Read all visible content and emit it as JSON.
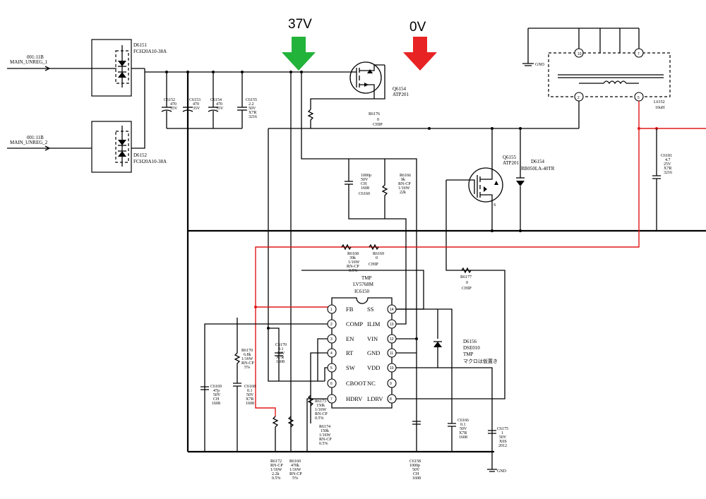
{
  "markers": {
    "v37": {
      "label": "37V",
      "color": "#22b33a"
    },
    "v0": {
      "label": "0V",
      "color": "#e82323"
    }
  },
  "inputs": {
    "in1": {
      "net": "001:11B",
      "name": "MAIN_UNREG_1"
    },
    "in2": {
      "net": "001:11B",
      "name": "MAIN_UNREG_2"
    }
  },
  "diodes": {
    "d6151": {
      "ref": "D6151",
      "part": "FCH20A10-38A"
    },
    "d6152": {
      "ref": "D6152",
      "part": "FCH20A10-38A"
    },
    "d6154": {
      "ref": "D6154",
      "part": "RB050LA-40TR"
    },
    "d6156": {
      "ref": "D6156",
      "part": "DSE010",
      "note1": "TMP",
      "note2": "マクロは仮置き"
    }
  },
  "caps": {
    "c6152": [
      "C6152",
      "470",
      "35V"
    ],
    "c6153": [
      "C6153",
      "470",
      "35V"
    ],
    "c6154": [
      "C6154",
      "470",
      "35V"
    ],
    "c6155": [
      "C6155",
      "2.2",
      "50V",
      "X7R",
      "3216"
    ],
    "c6160": [
      "1000p",
      "50V",
      "CH",
      "1608",
      "C6160"
    ],
    "c6181": [
      "C6181",
      "4.7",
      "25V",
      "X7R",
      "3216"
    ],
    "c6170": [
      "C6170",
      "0.1",
      "50V",
      "X7R",
      "1608"
    ],
    "c6169": [
      "C6169",
      "47p",
      "50V",
      "CH",
      "1608"
    ],
    "c6168": [
      "C6168",
      "0.1",
      "50V",
      "X7R",
      "1608"
    ],
    "c6166": [
      "C6166",
      "0.1",
      "50V",
      "X7R",
      "1608"
    ],
    "c6175": [
      "C6175",
      "1",
      "50V",
      "X6S",
      "2012"
    ],
    "c6158": [
      "C6158",
      "1000p",
      "50V",
      "CH",
      "1608"
    ]
  },
  "resistors": {
    "r6176": [
      "R6176",
      "0",
      "CHIP"
    ],
    "r6166": [
      "R6166",
      "9k",
      "RN-CP",
      "1/16W",
      "22k"
    ],
    "r6168": [
      "R6168",
      "39k",
      "1/16W",
      "RN-CP",
      "0.5%"
    ],
    "r6169": [
      "R6169",
      "0",
      "CHIP"
    ],
    "r6177": [
      "R6177",
      "0",
      "CHIP"
    ],
    "r6170": [
      "R6170",
      "6.8k",
      "1/16W",
      "RN-CP",
      "5%"
    ],
    "r6173": [
      "R6173",
      "150k",
      "1/16W",
      "RN-CP",
      "0.5%"
    ],
    "r6174": [
      "R6174",
      "150k",
      "1/16W",
      "RN-CP",
      "0.5%"
    ],
    "r6172": [
      "R6172",
      "RN-CP",
      "1/16W",
      "2.2k",
      "0.5%"
    ],
    "r6160": [
      "R6160",
      "470k",
      "1/16W",
      "RN-CP",
      "5%"
    ]
  },
  "fets": {
    "q6154": {
      "ref": "Q6154",
      "part": "ATP201"
    },
    "q6155": {
      "ref": "Q6155",
      "part": "ATP201",
      "pin": "S"
    }
  },
  "inductor": {
    "ref": "L6152",
    "value": "10uH",
    "pins": [
      "10",
      "7",
      "2",
      "5"
    ]
  },
  "ic": {
    "tmp": "TMP",
    "part": "LV5768M",
    "ref": "IC6150",
    "left_pins": [
      {
        "num": "1",
        "name": "FB"
      },
      {
        "num": "2",
        "name": "COMP"
      },
      {
        "num": "3",
        "name": "EN"
      },
      {
        "num": "4",
        "name": "RT"
      },
      {
        "num": "5",
        "name": "SW"
      },
      {
        "num": "6",
        "name": "CBOOT"
      },
      {
        "num": "7",
        "name": "HDRV"
      }
    ],
    "right_pins": [
      {
        "num": "14",
        "name": "SS"
      },
      {
        "num": "13",
        "name": "ILIM"
      },
      {
        "num": "12",
        "name": "VIN"
      },
      {
        "num": "11",
        "name": "GND"
      },
      {
        "num": "10",
        "name": "VDD"
      },
      {
        "num": "9",
        "name": "NC"
      },
      {
        "num": "8",
        "name": "LDRV"
      }
    ]
  },
  "grounds": {
    "g1": "GND",
    "g2": "GND"
  }
}
